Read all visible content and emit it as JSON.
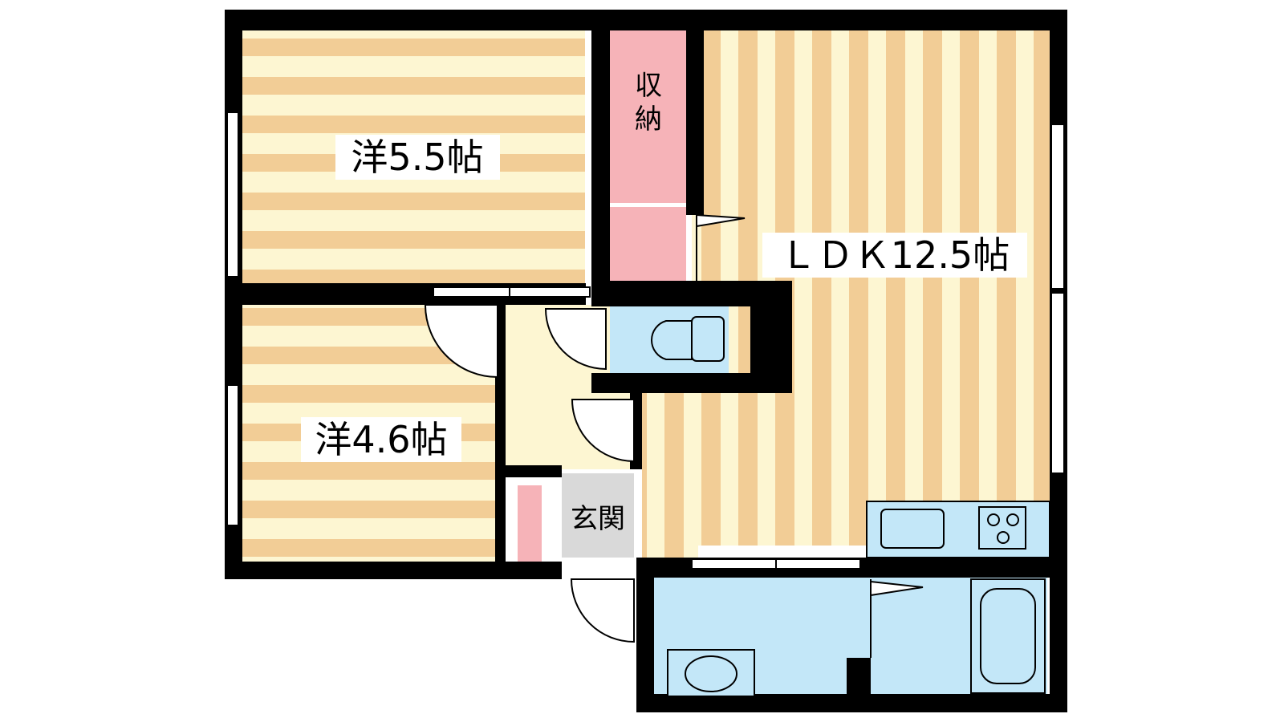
{
  "floor_plan": {
    "rooms": {
      "western_room_a": {
        "label": "洋5.5帖"
      },
      "western_room_b": {
        "label": "洋4.6帖"
      },
      "ldk": {
        "label": "ＬＤＫ12.5帖"
      },
      "storage": {
        "label_line1": "収",
        "label_line2": "納"
      },
      "entrance": {
        "label": "玄関"
      }
    },
    "colors": {
      "wall": "#000000",
      "floor_light": "#fdf6d2",
      "floor_stripe": "#f2cd96",
      "storage": "#f6b3b8",
      "wet_area": "#c3e7f8",
      "entrance_floor": "#d9d9d9",
      "hall": "#fdf6d2"
    }
  }
}
